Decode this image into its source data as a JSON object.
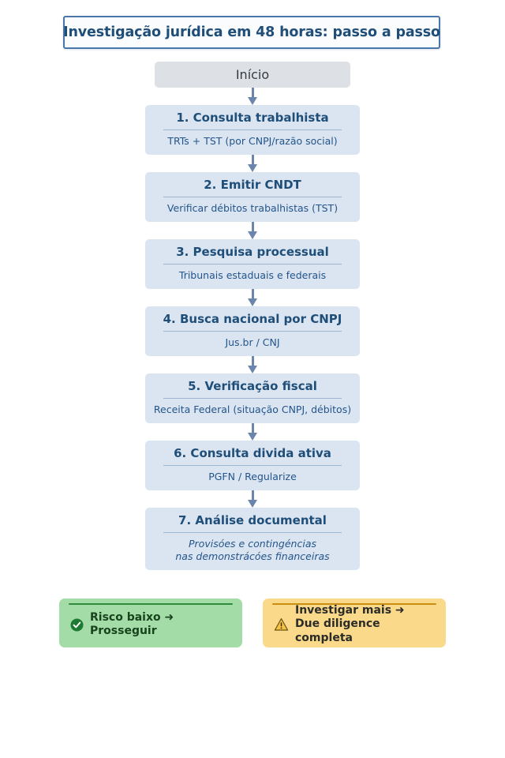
{
  "header": {
    "title": "Investigação jurídica em 48 horas: passo a passo"
  },
  "flow": {
    "start_label": "Início",
    "steps": [
      {
        "title": "1. Consulta trabalhista",
        "subtitle": "TRTs + TST (por CNPJ/razão social)"
      },
      {
        "title": "2. Emitir CNDT",
        "subtitle": "Verificar débitos trabalhistas (TST)"
      },
      {
        "title": "3. Pesquisa processual",
        "subtitle": "Tribunais estaduais e federais"
      },
      {
        "title": "4. Busca nacional por CNPJ",
        "subtitle": "Jus.br / CNJ"
      },
      {
        "title": "5. Verificação fiscal",
        "subtitle": "Receita Federal (situação CNPJ, débitos)"
      },
      {
        "title": "6. Consulta divida ativa",
        "subtitle": "PGFN / Regularize"
      },
      {
        "title": "7. Análise documental",
        "subtitle_line1": "Provisóes e contingéncias",
        "subtitle_line2": "nas demonstrácóes financeiras"
      }
    ]
  },
  "outcomes": [
    {
      "icon": "check-circle-icon",
      "line1": "Risco baixo ➜ Prosseguir",
      "line2": "",
      "bg_color": "#a4dca8",
      "accent_color": "#2f8a3e",
      "text_color": "#17431d"
    },
    {
      "icon": "warning-triangle-icon",
      "line1": "Investigar mais ➜",
      "line2": "Due diligence completa",
      "bg_color": "#fada8a",
      "accent_color": "#c98f12",
      "text_color": "#2b2b28"
    }
  ],
  "theme": {
    "title_border": "#4a77ab",
    "title_text": "#1f4e79",
    "step_bg": "#dbe5f1",
    "step_title_color": "#1f4e79",
    "step_sub_color": "#23558b",
    "start_bg": "#dde1e6",
    "arrow_color": "#6b85ad"
  }
}
